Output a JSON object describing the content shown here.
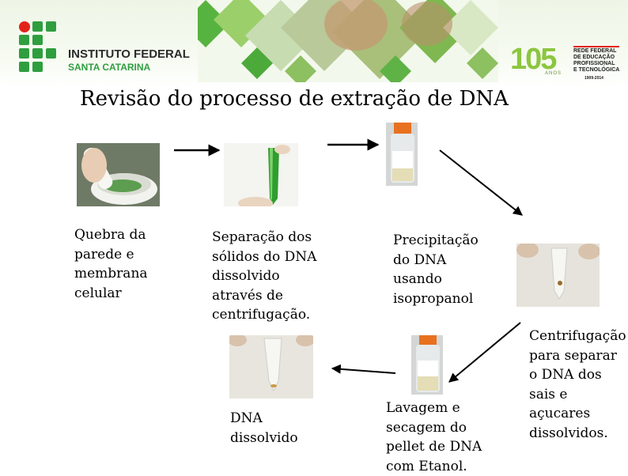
{
  "header": {
    "institute_line1": "INSTITUTO FEDERAL",
    "institute_line2": "SANTA CATARINA",
    "anniversary_number": "105",
    "anniversary_word": "ANOS",
    "network_line1": "REDE FEDERAL",
    "network_line2": "DE EDUCAÇÃO",
    "network_line3": "PROFISSIONAL",
    "network_line4": "E TECNOLÓGICA",
    "network_years": "1909-2014"
  },
  "title": "Revisão do processo de extração de DNA",
  "steps": {
    "step1": "Quebra da parede e membrana celular",
    "step2": "Separação dos sólidos do DNA dissolvido através de centrifugação.",
    "step3": "Precipitação do DNA usando isopropanol",
    "step4": "Centrifugação para separar o DNA dos sais e açucares dissolvidos.",
    "step5": "Lavagem e secagem do pellet de DNA com Etanol.",
    "step6": "DNA dissolvido"
  },
  "colors": {
    "brand_green": "#2f9e3f",
    "brand_red": "#e2231a",
    "leaf_green": "#2e9e2e"
  }
}
